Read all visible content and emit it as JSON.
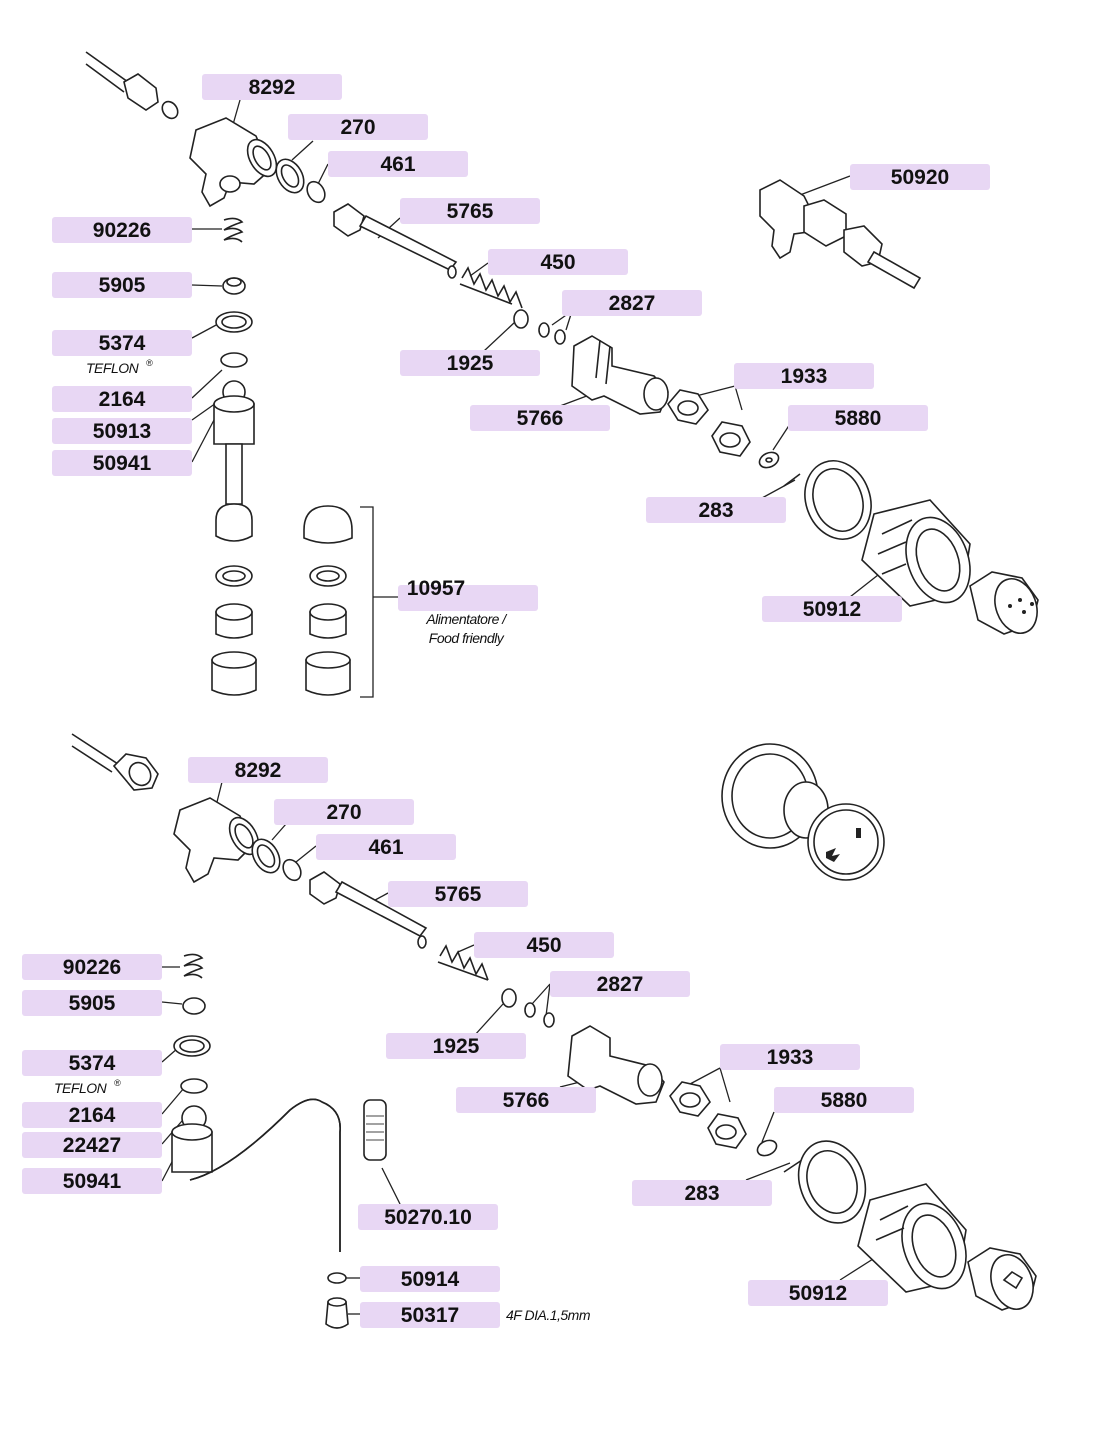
{
  "colors": {
    "label_fill": "#e8d7f4",
    "line": "#222222"
  },
  "top_assembly": {
    "labels": [
      "8292",
      "270",
      "461",
      "5765",
      "450",
      "2827",
      "1925",
      "5766",
      "1933",
      "5880",
      "283",
      "50912",
      "50920",
      "90226",
      "5905",
      "5374",
      "2164",
      "50913",
      "50941",
      "10957"
    ],
    "teflon_note": "TEFLON",
    "feeder_note_line1": "Alimentatore /",
    "feeder_note_line2": "Food friendly"
  },
  "bottom_assembly": {
    "labels": [
      "8292",
      "270",
      "461",
      "5765",
      "450",
      "2827",
      "1925",
      "5766",
      "1933",
      "5880",
      "283",
      "50912",
      "90226",
      "5905",
      "5374",
      "2164",
      "22427",
      "50941",
      "50270.10",
      "50914",
      "50317"
    ],
    "teflon_note": "TEFLON",
    "nozzle_note": "4F DIA.1,5mm"
  }
}
